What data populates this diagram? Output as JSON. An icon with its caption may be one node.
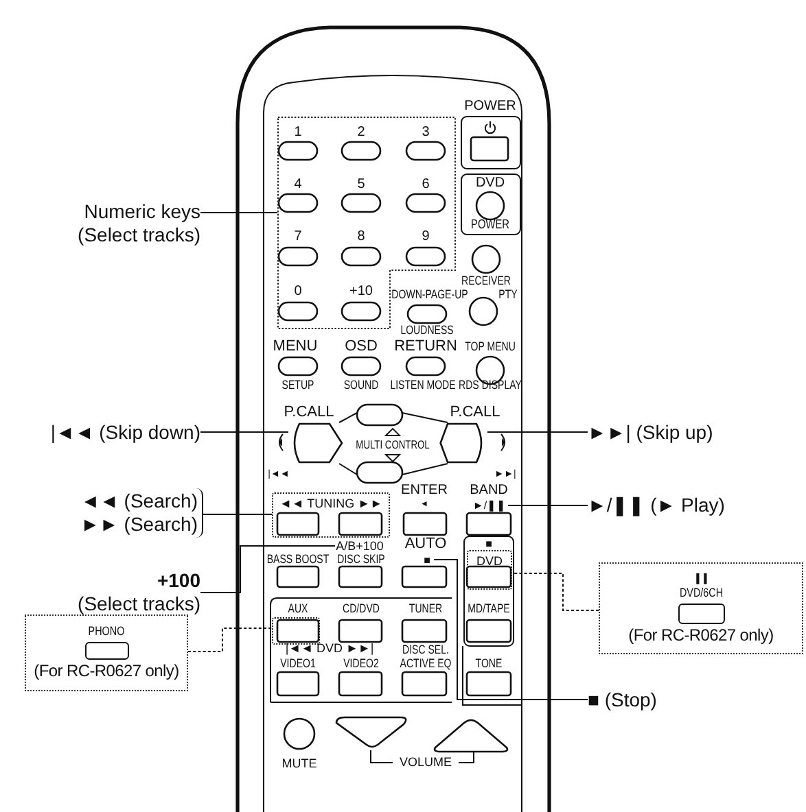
{
  "diagram": {
    "nodes": [
      {
        "text": [
          "Numeric keys",
          "(Select tracks)"
        ]
      },
      {
        "text": [],
        "shape": "box"
      },
      {
        "text": [
          "|◄◄ (Skip down)"
        ]
      },
      {
        "text": [],
        "shape": "hexagon"
      },
      {
        "text": [],
        "shape": "hexagon"
      },
      {
        "text": [
          "►►| (Skip up)"
        ]
      },
      {
        "text": [
          "◄◄ (Search)",
          "►► (Search)"
        ]
      },
      {
        "text": [
          "◄◄ TUNING ►►"
        ]
      },
      {
        "text": [
          "►/❚❚"
        ]
      },
      {
        "text": [
          "►/❚❚ (► Play)"
        ]
      },
      {
        "text": [
          "A/B+100"
        ]
      },
      {
        "text": [
          "**+100** (Select tracks)"
        ]
      },
      {
        "text": [
          "DVD"
        ]
      },
      {
        "text": [
          "❚❚",
          "DVD/6CH",
          "(For RC-R0627 only)"
        ]
      },
      {
        "text": [],
        "shape": "box"
      },
      {
        "text": [
          "PHONO",
          "(For RC-R0627 only)"
        ]
      },
      {
        "text": [
          "■"
        ]
      },
      {
        "text": [
          "■ (Stop)"
        ]
      }
    ],
    "edges": [
      {
        "from": 0,
        "to": 1,
        "arrow": "none"
      },
      {
        "from": 2,
        "to": 3,
        "arrow": "none"
      },
      {
        "from": 5,
        "to": 4,
        "arrow": "none"
      },
      {
        "from": 6,
        "to": 7,
        "arrow": "none"
      },
      {
        "from": 9,
        "to": 8,
        "arrow": "none"
      },
      {
        "from": 11,
        "to": 10,
        "arrow": "none"
      },
      {
        "from": 13,
        "to": 12,
        "arrow": "none",
        "style": "dashed"
      },
      {
        "from": 15,
        "to": 14,
        "arrow": "none",
        "style": "dashed"
      },
      {
        "from": 17,
        "to": 16,
        "arrow": "none"
      }
    ],
    "labels": [
      "POWER",
      "1",
      "2",
      "3",
      "DVD",
      "POWER",
      "4",
      "5",
      "6",
      "7",
      "8",
      "9",
      "RECEIVER",
      "0",
      "+10",
      "DOWN-PAGE-UP",
      "PTY",
      "LOUDNESS",
      "MENU",
      "OSD",
      "RETURN",
      "TOP MENU",
      "SETUP",
      "SOUND",
      "LISTEN MODE",
      "RDS DISPLAY",
      "P.CALL",
      "P.CALL",
      "MULTI CONTROL",
      "|◄◄",
      "►►|",
      "ENTER",
      "◄",
      "BAND",
      "AUTO",
      "BASS BOOST",
      "DISC SKIP",
      "■",
      "AUX",
      "CD/DVD",
      "TUNER",
      "MD/TAPE",
      "|◄◄ DVD ►►|",
      "DISC SEL.",
      "VIDEO1",
      "VIDEO2",
      "ACTIVE EQ",
      "TONE",
      "MUTE",
      "VOLUME"
    ]
  }
}
